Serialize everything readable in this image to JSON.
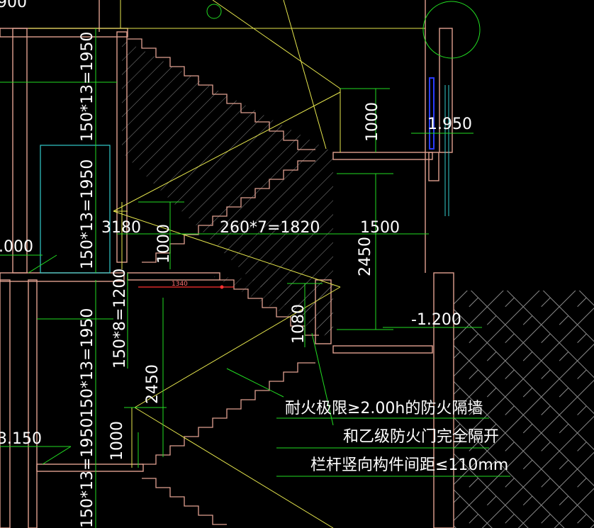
{
  "colors": {
    "background": "#000000",
    "wall": "#e0a090",
    "dimension_green": "#22dd22",
    "yellow_line": "#e6e64d",
    "cyan": "#33cccc",
    "blue": "#2a3cff",
    "text_white": "#ffffff",
    "red_leader": "#ff3030"
  },
  "dimensions": {
    "top_left_partial": "900",
    "left_vertical_1": "150*13=1950",
    "left_vertical_2": "150*13=1950",
    "left_vertical_3": "150*13=1950",
    "left_vertical_4": "150*13=1950",
    "mid_vertical_1200": "150*8=1200",
    "d1000_top": "1000",
    "d1000_mid": "1000",
    "d1000_landing": "1080",
    "d1000_bottom": "1000",
    "d2450_right": "2450",
    "d2450_left": "2450",
    "horizontal_3180": "3180",
    "horizontal_run": "260*7=1820",
    "horizontal_1500": "1500",
    "small_1340": "1340"
  },
  "levels": {
    "level_1950": "1.950",
    "level_000": ".000",
    "level_minus_1200": "-1.200",
    "level_bottom_left": "3.150"
  },
  "notes": {
    "line1": "耐火极限≥2.00h的防火隔墙",
    "line2": "和乙级防火门完全隔开",
    "line3": "栏杆竖向构件间距≤110mm"
  }
}
